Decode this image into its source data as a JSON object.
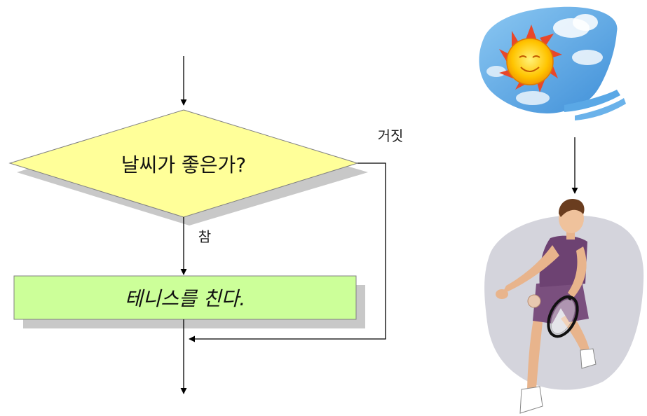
{
  "flowchart": {
    "decision": {
      "text": "날씨가 좋은가?",
      "fill": "#ffff99",
      "stroke": "#808080"
    },
    "true_label": "참",
    "false_label": "거짓",
    "process": {
      "text": "테니스를 친다.",
      "fill": "#ccff99",
      "stroke": "#808080"
    },
    "shadow_color": "#c8c8c8",
    "line_color": "#000000"
  },
  "illustrations": {
    "weather": {
      "icon": "sun-in-sky-icon",
      "sky_color": "#5aa8e6",
      "sun_color": "#ffc000"
    },
    "player": {
      "icon": "tennis-player-icon",
      "backdrop_color": "#d4d4dc"
    }
  }
}
